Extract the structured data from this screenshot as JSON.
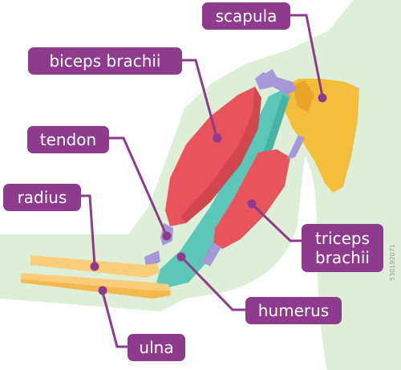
{
  "labels": {
    "scapula": "scapula",
    "biceps_brachii": "biceps brachii",
    "tendon": "tendon",
    "radius": "radius",
    "triceps_line1": "triceps",
    "triceps_line2": "brachii",
    "humerus": "humerus",
    "ulna": "ulna"
  },
  "credit": "530192071",
  "colors": {
    "background_body": "#ddefd6",
    "label_bg": "#8e3b8e",
    "leader_line": "#8e3b8e",
    "muscle": "#e8545b",
    "bone_teal": "#5cc6b8",
    "bone_yellow": "#f5be3a",
    "forearm_bone": "#f9cd7a",
    "tendon": "#a597d8"
  }
}
